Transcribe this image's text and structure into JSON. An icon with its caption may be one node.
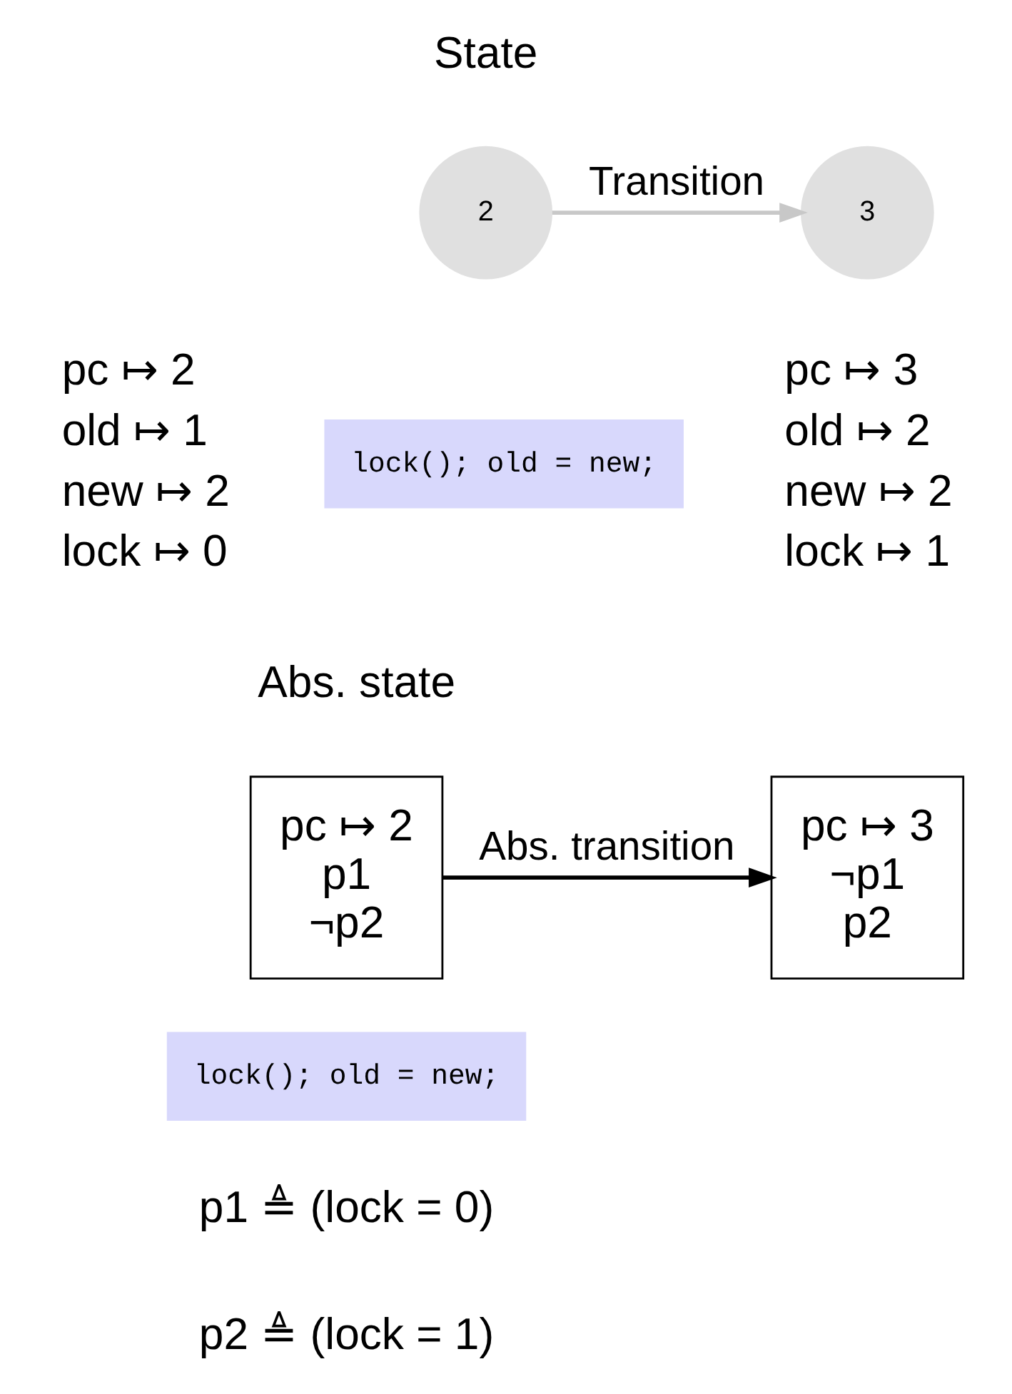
{
  "diagram": {
    "nodes": [
      {
        "text": [
          "2"
        ],
        "beside": [
          "pc ↦ 2",
          "old ↦ 1",
          "new ↦ 2",
          "lock ↦ 0"
        ]
      },
      {
        "text": [
          "3"
        ],
        "beside": [
          "pc ↦ 3",
          "old ↦ 2",
          "new ↦ 2",
          "lock ↦ 1"
        ]
      },
      {
        "text": [
          "lock(); old = new;"
        ]
      },
      {
        "text": [
          "pc ↦ 2",
          "p1",
          "¬p2"
        ]
      },
      {
        "text": [
          "pc ↦ 3",
          "¬p1",
          "p2"
        ]
      },
      {
        "text": [
          "lock(); old = new;"
        ]
      }
    ],
    "edges": [
      {
        "from": 0,
        "to": 1,
        "arrow": "to",
        "label": "Transition",
        "color": "#c8c8c8"
      },
      {
        "from": 3,
        "to": 4,
        "arrow": "to",
        "label": "Abs. transition",
        "color": "#000000"
      }
    ],
    "labels": [
      "State",
      "Abs. state",
      "p1 ≜ (lock = 0)",
      "p2 ≜ (lock = 1)"
    ]
  }
}
